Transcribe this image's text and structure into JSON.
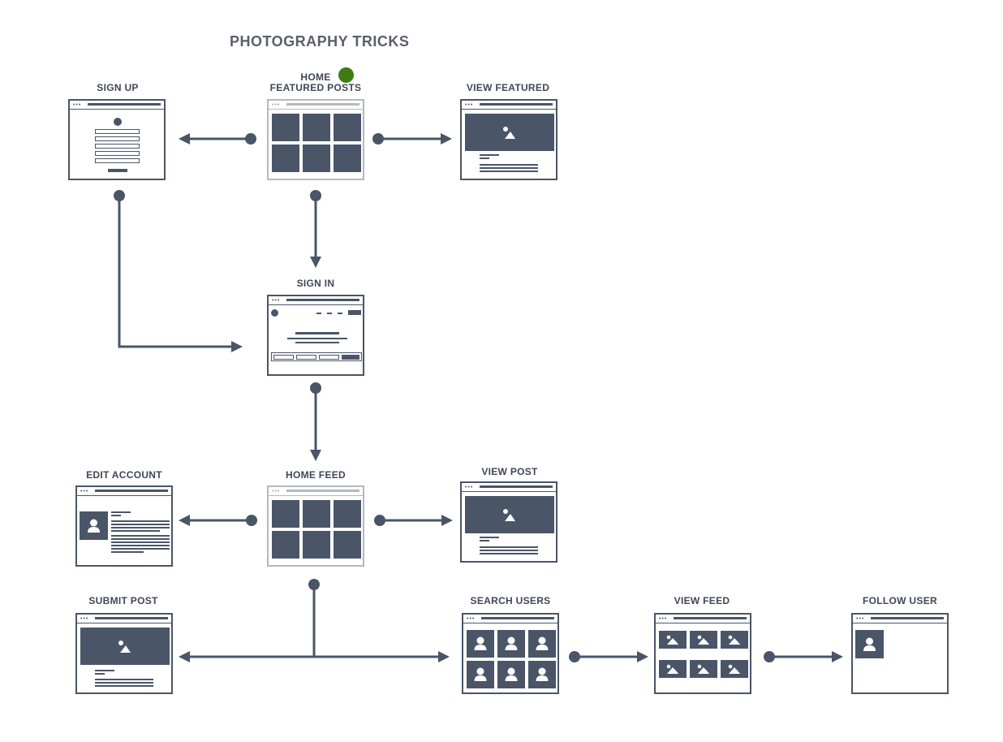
{
  "diagram": {
    "title": "PHOTOGRAPHY TRICKS",
    "status_color": "#3f7a12",
    "line_color": "#4a5568",
    "screens": {
      "sign_up": "SIGN UP",
      "home_line1": "HOME",
      "home_line2": "FEATURED POSTS",
      "view_featured": "VIEW FEATURED",
      "sign_in": "SIGN IN",
      "edit_account": "EDIT ACCOUNT",
      "home_feed": "HOME FEED",
      "view_post": "VIEW POST",
      "submit_post": "SUBMIT POST",
      "search_users": "SEARCH USERS",
      "view_feed": "VIEW FEED",
      "follow_user": "FOLLOW USER"
    },
    "icons": [
      "image-icon",
      "user-icon",
      "status-dot"
    ]
  }
}
